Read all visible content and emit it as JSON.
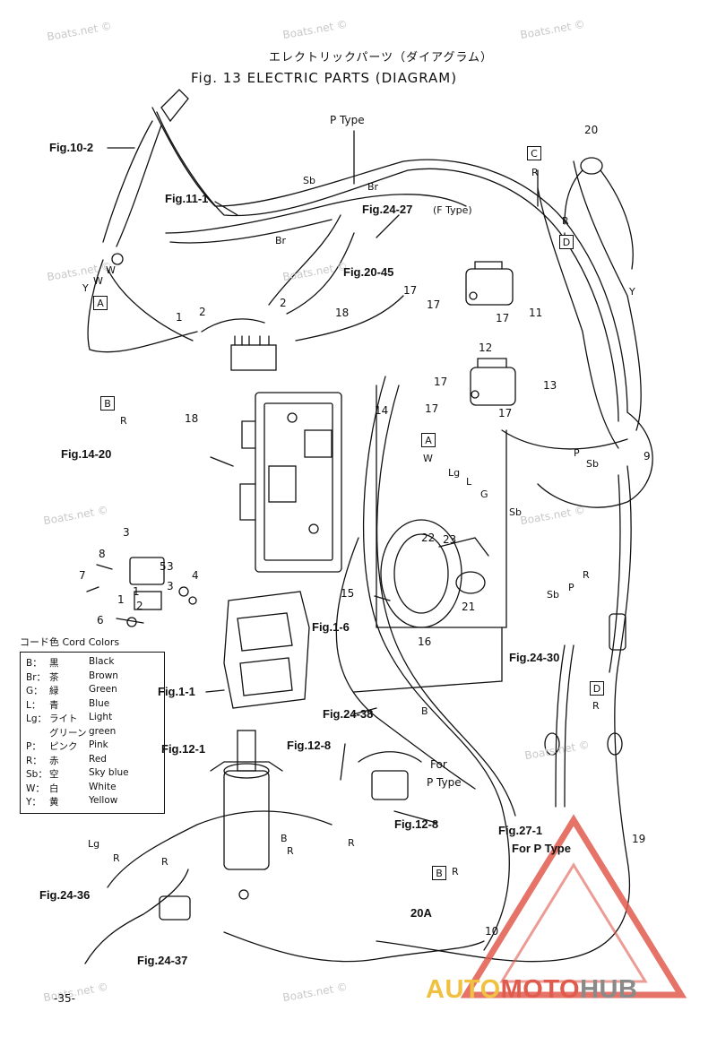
{
  "title_jp": "エレクトリックパーツ（ダイアグラム）",
  "title": "Fig. 13 ELECTRIC PARTS (DIAGRAM)",
  "watermark": "Boats.net ©",
  "figure_refs": [
    "Fig.10-2",
    "Fig.11-1",
    "Fig.24-27",
    "Fig.20-45",
    "Fig.14-20",
    "Fig.1-6",
    "Fig.1-1",
    "Fig.24-30",
    "Fig.24-38",
    "Fig.12-1",
    "Fig.12-8",
    "Fig.12-8",
    "Fig.27-1",
    "Fig.24-36",
    "Fig.24-37"
  ],
  "f_type_note": "(F Type)",
  "p_type_label": "P Type",
  "for_p_type": [
    "For",
    "P Type"
  ],
  "for_p_type_inline": "For P Type",
  "part_numbers": [
    "1",
    "2",
    "2",
    "3",
    "4",
    "5",
    "6",
    "7",
    "8",
    "9",
    "10",
    "11",
    "12",
    "13",
    "14",
    "15",
    "16",
    "17",
    "17",
    "17",
    "17",
    "17",
    "17",
    "18",
    "18",
    "19",
    "20",
    "20A",
    "21",
    "22",
    "23",
    "1",
    "1",
    "2",
    "3",
    "3"
  ],
  "connector_boxes": [
    "A",
    "A",
    "B",
    "B",
    "C",
    "D",
    "D"
  ],
  "wire_codes": [
    "Sb",
    "Br",
    "Br",
    "W",
    "W",
    "Y",
    "R",
    "R",
    "R",
    "R",
    "W",
    "Lg",
    "L",
    "G",
    "P",
    "Sb",
    "Sb",
    "Sb",
    "P",
    "R",
    "R",
    "Y",
    "B",
    "R",
    "R",
    "R",
    "Lg",
    "R",
    "R"
  ],
  "legend": {
    "title": "コード色 Cord Colors",
    "rows": [
      {
        "code": "B：",
        "jp": "黒",
        "en": "Black"
      },
      {
        "code": "Br：",
        "jp": "茶",
        "en": "Brown"
      },
      {
        "code": "G：",
        "jp": "緑",
        "en": "Green"
      },
      {
        "code": "L：",
        "jp": "青",
        "en": "Blue"
      },
      {
        "code": "Lg：",
        "jp": "ライト",
        "en": "Light"
      },
      {
        "code": "",
        "jp": "グリーン",
        "en": "green"
      },
      {
        "code": "P：",
        "jp": "ピンク",
        "en": "Pink"
      },
      {
        "code": "R：",
        "jp": "赤",
        "en": "Red"
      },
      {
        "code": "Sb：",
        "jp": "空",
        "en": "Sky blue"
      },
      {
        "code": "W：",
        "jp": "白",
        "en": "White"
      },
      {
        "code": "Y：",
        "jp": "黄",
        "en": "Yellow"
      }
    ]
  },
  "page_number": "-35-",
  "logo": {
    "part1": "AUTO",
    "part2": "MOTO",
    "part3": "HUB"
  },
  "colors": {
    "ink": "#111111",
    "logo_red": "#e05a4e",
    "logo_yellow": "#f0c040",
    "logo_gray": "#8a8a8a",
    "watermark": "#c8c8c8"
  }
}
